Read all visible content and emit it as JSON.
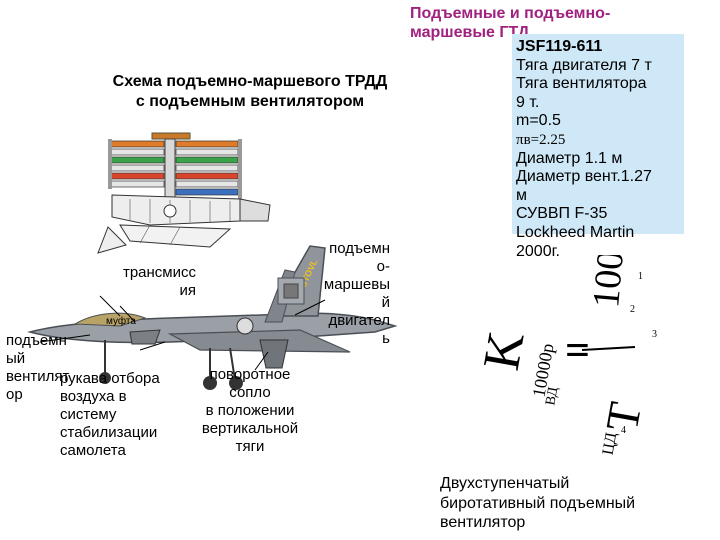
{
  "header": {
    "title_line1": "Подъемные и подъемно-",
    "title_line2": "маршевые ГТД"
  },
  "specs": {
    "engine": "JSF119-611",
    "engine_thrust": "Тяга двигателя  7 т",
    "fan_thrust_line1": "Тяга вентилятора",
    "fan_thrust_line2": "9 т.",
    "m_value": "m=0.5",
    "pi_value": "πв=2.25",
    "diameter": "Диаметр 1.1 м",
    "fan_diameter_line1": "Диаметр вент.1.27",
    "fan_diameter_line2": "м",
    "aircraft": "СУВВП  F-35",
    "maker": "Lockheed Martin",
    "year": "2000г."
  },
  "scheme": {
    "title_line1": "Схема подъемно-маршевого ТРДД",
    "title_line2": "с подъемным вентилятором"
  },
  "labels": {
    "transmission_line1": "трансмисс",
    "transmission_line2": "ия",
    "coupling": "муфта",
    "lift_fan_line1": "подъемн",
    "lift_fan_line2": "ый",
    "lift_fan_line3": "вентилят",
    "lift_fan_line4": "ор",
    "sleeves_line1": "рукава отбора",
    "sleeves_line2": "воздуха в",
    "sleeves_line3": "систему",
    "sleeves_line4": "стабилизации",
    "sleeves_line5": "самолета",
    "nozzle_line1": "поворотное",
    "nozzle_line2": "сопло",
    "nozzle_line3": "в положении",
    "nozzle_line4": "вертикальной",
    "nozzle_line5": "тяги",
    "engine_label_line1": "подъемн",
    "engine_label_line2": "о-",
    "engine_label_line3": "маршевы",
    "engine_label_line4": "й",
    "engine_label_line5": "двигател",
    "engine_label_line6": "ь"
  },
  "formula": {
    "numerator": "10000",
    "lhs_symbol": "K",
    "lhs_sub": "10000p",
    "lhs_sub2": "ВД",
    "equals": "=",
    "denom": "T",
    "denom_sub": "ЦД",
    "idx1": "1",
    "idx2": "2",
    "idx3": "3",
    "idx4": "4"
  },
  "caption": {
    "line1": "Двухступенчатый",
    "line2": "биротативный подъемный",
    "line3": "вентилятор"
  },
  "aircraft_art": {
    "tail_text": "STOVL"
  },
  "colors": {
    "title_magenta": "#a0217f",
    "spec_box_bg": "#cfe8f7"
  }
}
